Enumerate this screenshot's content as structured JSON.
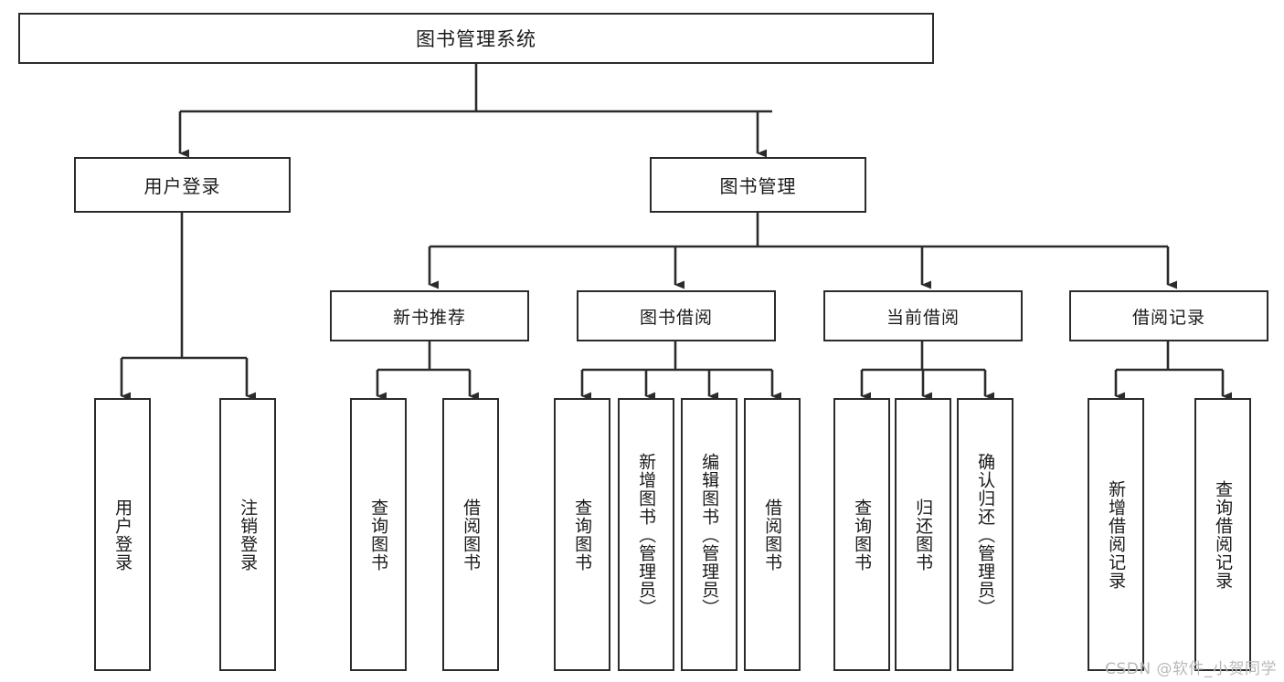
{
  "diagram": {
    "title": "图书管理系统",
    "watermark": "CSDN @软件_小贺同学",
    "line_color": "#2b2b2b",
    "text_color": "#1a1a1a",
    "background": "#ffffff",
    "root": {
      "label": "图书管理系统"
    },
    "level1": [
      {
        "label": "用户登录"
      },
      {
        "label": "图书管理"
      }
    ],
    "level2": [
      {
        "label": "新书推荐"
      },
      {
        "label": "图书借阅"
      },
      {
        "label": "当前借阅"
      },
      {
        "label": "借阅记录"
      }
    ],
    "leaves": {
      "user_login": [
        {
          "label": "用户登录"
        },
        {
          "label": "注销登录"
        }
      ],
      "new_book_recommend": [
        {
          "label": "查询图书"
        },
        {
          "label": "借阅图书"
        }
      ],
      "book_borrow": [
        {
          "label": "查询图书"
        },
        {
          "label": "新增图书（管理员）"
        },
        {
          "label": "编辑图书（管理员）"
        },
        {
          "label": "借阅图书"
        }
      ],
      "current_borrow": [
        {
          "label": "查询图书"
        },
        {
          "label": "归还图书"
        },
        {
          "label": "确认归还（管理员）"
        }
      ],
      "borrow_record": [
        {
          "label": "新增借阅记录"
        },
        {
          "label": "查询借阅记录"
        }
      ]
    }
  }
}
